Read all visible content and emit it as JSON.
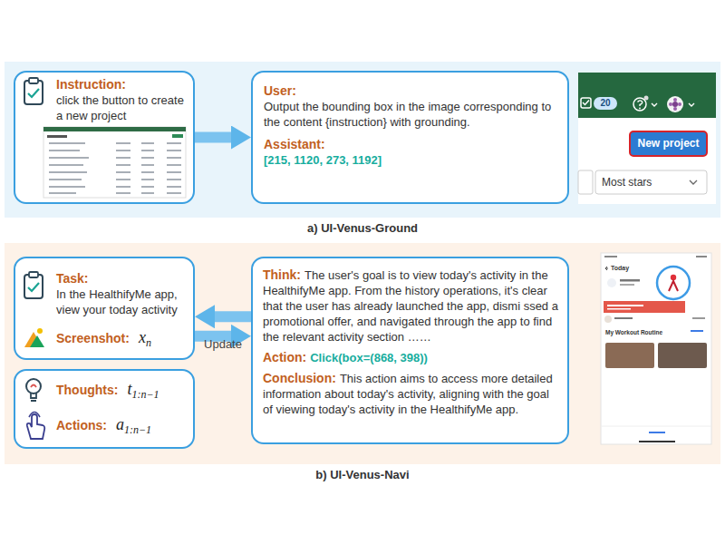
{
  "diagram": {
    "nodes": [
      {
        "text": [
          "a) UI-Venus-Ground"
        ]
      },
      {
        "text": [
          "Instruction:",
          "click the button to create a new project"
        ],
        "in": 0
      },
      {
        "text": [
          "User:",
          "Output the bounding box in the image corresponding to the content {instruction} with grounding.",
          "Assistant:",
          "[215, 1120, 273, 1192]"
        ],
        "in": 0
      },
      {
        "text": [
          "b) UI-Venus-Navi"
        ]
      },
      {
        "text": [
          "Task:",
          "In the HealthifyMe app, view your today activity",
          "Screenshot:",
          "x",
          "n"
        ],
        "in": 3
      },
      {
        "text": [
          "Thoughts:",
          "t",
          "1:n−1",
          "Actions:",
          "a",
          "1:n−1"
        ],
        "in": 3
      },
      {
        "text": [
          "Think:",
          "The user's goal is to view today's activity in the HealthifyMe app. From the history operations, it's clear that the user has already launched the app, dismi ssed a promotional offer, and navigated through the app to find the relevant activity section ……",
          "Action:",
          "Click(box=(868, 398))",
          "Conclusion:",
          "This action aims to access more detailed information about today's activity, aligning with the goal of viewing today's activity in the HealthifyMe app."
        ],
        "in": 3
      }
    ],
    "edges": [
      {
        "from": 1,
        "to": 2,
        "arrow": "to"
      },
      {
        "from": 4,
        "to": 6,
        "arrow": "to"
      },
      {
        "from": 6,
        "to": 5,
        "label": "Update",
        "arrow": "to"
      }
    ],
    "labels": [
      "20",
      "New project",
      "Most stars",
      "Today",
      "My Workout Routine"
    ]
  }
}
